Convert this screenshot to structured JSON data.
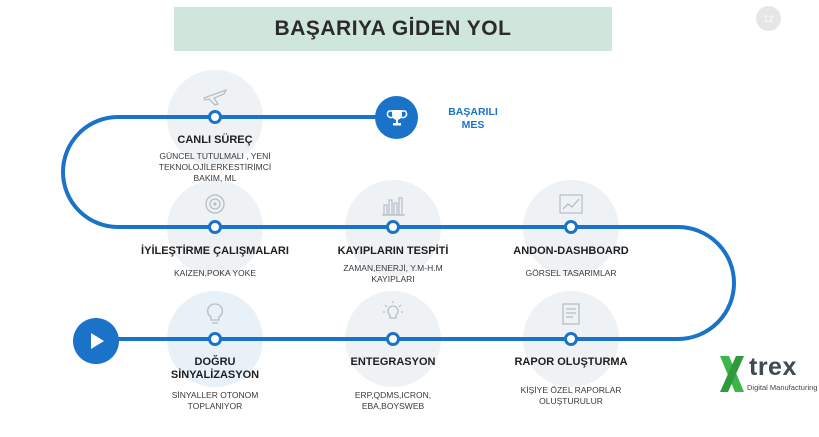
{
  "header": {
    "title": "BAŞARIYA GİDEN YOL",
    "page_number": "12"
  },
  "goal": {
    "label_line1": "BAŞARILI",
    "label_line2": "MES",
    "icon": "trophy-icon"
  },
  "start": {
    "icon": "play-icon"
  },
  "steps": [
    {
      "id": "canli-surec",
      "label_line1": "CANLI SÜREÇ",
      "label_line2": "",
      "desc_line1": "GÜNCEL TUTULMALI , YENİ",
      "desc_line2": "TEKNOLOJİLERKESTİRİMCİ",
      "desc_line3": "BAKIM, ML",
      "icon": "airplane-icon"
    },
    {
      "id": "iyilestirme",
      "label_line1": "İYİLEŞTİRME ÇALIŞMALARI",
      "label_line2": "",
      "desc_line1": "KAIZEN,POKA YOKE",
      "desc_line2": "",
      "desc_line3": "",
      "icon": "target-icon"
    },
    {
      "id": "kayiplar",
      "label_line1": "KAYIPLARIN TESPİTİ",
      "label_line2": "",
      "desc_line1": "ZAMAN,ENERJİ, Y.M-H.M",
      "desc_line2": "KAYIPLARI",
      "desc_line3": "",
      "icon": "bar-chart-icon"
    },
    {
      "id": "andon",
      "label_line1": "ANDON-DASHBOARD",
      "label_line2": "",
      "desc_line1": "GÖRSEL TASARIMLAR",
      "desc_line2": "",
      "desc_line3": "",
      "icon": "trend-chart-icon"
    },
    {
      "id": "dogru",
      "label_line1": "DOĞRU",
      "label_line2": "SİNYALİZASYON",
      "desc_line1": "SİNYALLER OTONOM",
      "desc_line2": "TOPLANIYOR",
      "desc_line3": "",
      "icon": "lightbulb-icon"
    },
    {
      "id": "entegrasyon",
      "label_line1": "ENTEGRASYON",
      "label_line2": "",
      "desc_line1": "ERP,QDMS,ICRON,",
      "desc_line2": "EBA,BOYSWEB",
      "desc_line3": "",
      "icon": "idea-icon"
    },
    {
      "id": "rapor",
      "label_line1": "RAPOR OLUŞTURMA",
      "label_line2": "",
      "desc_line1": "KİŞİYE ÖZEL RAPORLAR",
      "desc_line2": "OLUŞTURULUR",
      "desc_line3": "",
      "icon": "report-icon"
    }
  ],
  "logo": {
    "word": "trex",
    "tagline": "Digital Manufacturing"
  },
  "colors": {
    "road": "#1a73c9",
    "title_bg": "#cfe6dc",
    "logo_green": "#3cb54a"
  }
}
